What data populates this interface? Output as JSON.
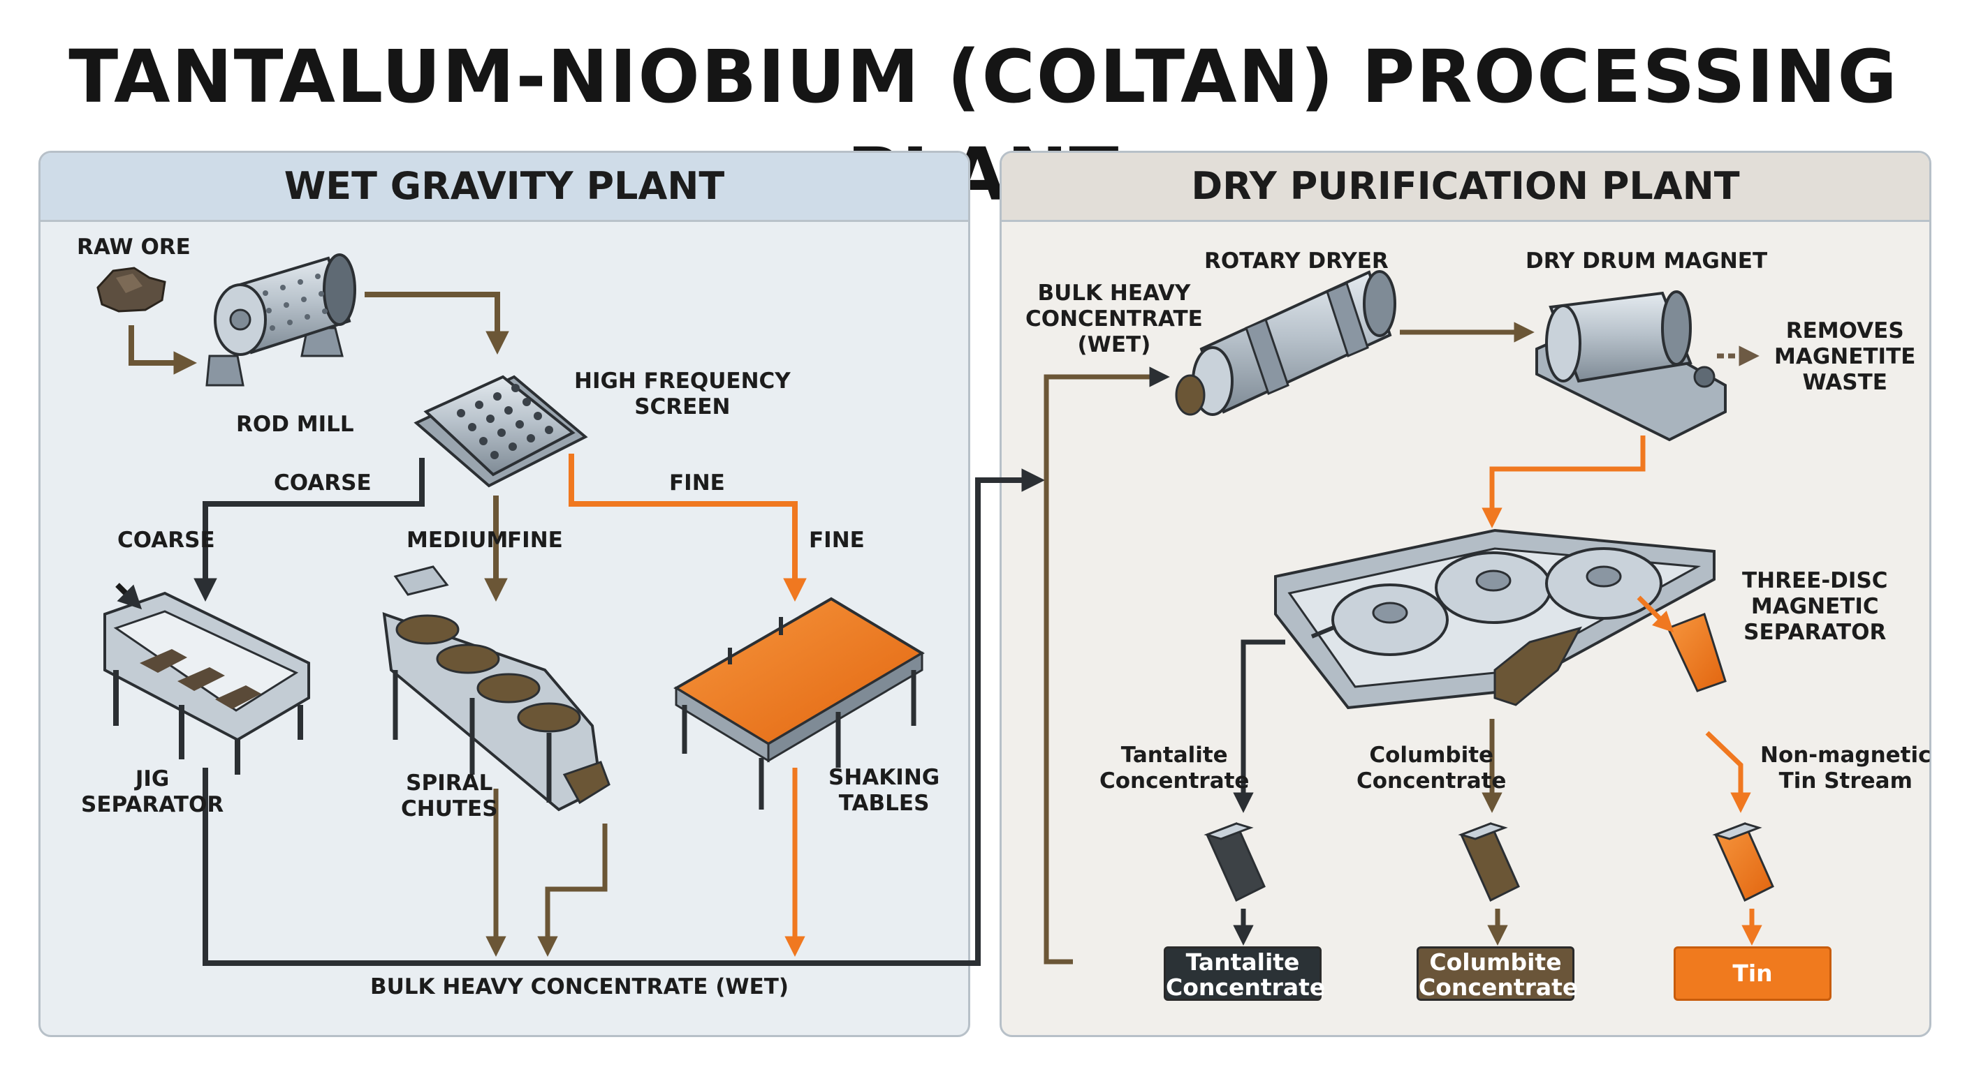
{
  "title": "TANTALUM-NIOBIUM (COLTAN) PROCESSING PLANT",
  "wet_plant": {
    "heading": "WET GRAVITY PLANT",
    "raw_ore": "RAW ORE",
    "rod_mill": "ROD MILL",
    "screen": [
      "HIGH FREQUENCY",
      "SCREEN"
    ],
    "coarse_branch": "COARSE",
    "fine_branch": "FINE",
    "coarse_feed": "COARSE",
    "medium_feed": "MEDIUM",
    "medium_fine_feed": "FINE",
    "fine_feed": "FINE",
    "jig": [
      "JIG",
      "SEPARATOR"
    ],
    "spiral": [
      "SPIRAL",
      "CHUTES"
    ],
    "tables": [
      "SHAKING",
      "TABLES"
    ],
    "bulk_out": "BULK HEAVY CONCENTRATE (WET)"
  },
  "dry_plant": {
    "heading": "DRY PURIFICATION PLANT",
    "bulk_in": [
      "BULK HEAVY",
      "CONCENTRATE",
      "(WET)"
    ],
    "dryer": "ROTARY DRYER",
    "drum_magnet": "DRY DRUM MAGNET",
    "magnetite": [
      "REMOVES",
      "MAGNETITE",
      "WASTE"
    ],
    "three_disc": [
      "THREE-DISC",
      "MAGNETIC",
      "SEPARATOR"
    ],
    "tantalite_stream": [
      "Tantalite",
      "Concentrate"
    ],
    "columbite_stream": [
      "Columbite",
      "Concentrate"
    ],
    "tin_stream": [
      "Non-magnetic",
      "Tin Stream"
    ],
    "out_tantalite": [
      "Tantalite",
      "Concentrate"
    ],
    "out_columbite": [
      "Columbite",
      "Concentrate"
    ],
    "out_tin": "Tin"
  },
  "colors": {
    "dark_flow": "#2b2f33",
    "brown_flow": "#6b5636",
    "orange_flow": "#f07820",
    "tantalite_box": "#2b3236",
    "columbite_box": "#6a5539",
    "tin_box": "#f07a1e"
  }
}
